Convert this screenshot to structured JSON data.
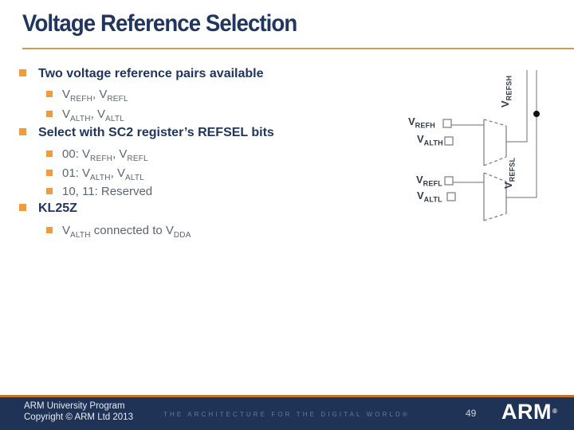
{
  "slide": {
    "title": "Voltage Reference Selection",
    "colors": {
      "title_navy": "#20365E",
      "body_gray": "#5B6673",
      "bullet_orange": "#EE9C3F",
      "title_rule_gold": "#CC9A52",
      "footer_navy": "#1F3356",
      "footer_rule_orange": "#C4732C"
    }
  },
  "bullets": [
    {
      "level": 1,
      "segments": [
        {
          "t": "Two voltage reference pairs available"
        }
      ]
    },
    {
      "level": 2,
      "segments": [
        {
          "t": "V"
        },
        {
          "sub": "REFH"
        },
        {
          "t": ", V"
        },
        {
          "sub": "REFL"
        }
      ]
    },
    {
      "level": 2,
      "segments": [
        {
          "t": "V"
        },
        {
          "sub": "ALTH"
        },
        {
          "t": ", V"
        },
        {
          "sub": "ALTL"
        }
      ]
    },
    {
      "level": 1,
      "segments": [
        {
          "t": "Select with SC2 register’s REFSEL bits"
        }
      ]
    },
    {
      "level": 2,
      "segments": [
        {
          "t": "00: V"
        },
        {
          "sub": "REFH"
        },
        {
          "t": ", V"
        },
        {
          "sub": "REFL"
        }
      ]
    },
    {
      "level": 2,
      "segments": [
        {
          "t": "01: V"
        },
        {
          "sub": "ALTH"
        },
        {
          "t": ", V"
        },
        {
          "sub": "ALTL"
        }
      ]
    },
    {
      "level": 2,
      "segments": [
        {
          "t": "10, 11: Reserved"
        }
      ]
    },
    {
      "level": 1,
      "segments": [
        {
          "t": "KL25Z"
        }
      ]
    },
    {
      "level": 2,
      "segments": [
        {
          "t": "V"
        },
        {
          "sub": "ALTH"
        },
        {
          "t": " connected to V"
        },
        {
          "sub": "DDA"
        }
      ]
    }
  ],
  "diagram": {
    "input_labels": [
      {
        "segments": [
          {
            "t": "V"
          },
          {
            "sub": "REFH"
          }
        ]
      },
      {
        "segments": [
          {
            "t": "V"
          },
          {
            "sub": "ALTH"
          }
        ]
      },
      {
        "segments": [
          {
            "t": "V"
          },
          {
            "sub": "REFL"
          }
        ]
      },
      {
        "segments": [
          {
            "t": "V"
          },
          {
            "sub": "ALTL"
          }
        ]
      }
    ],
    "output_labels": [
      {
        "segments": [
          {
            "t": "V"
          },
          {
            "sub": "REFSH"
          }
        ]
      },
      {
        "segments": [
          {
            "t": "V"
          },
          {
            "sub": "REFSL"
          }
        ]
      }
    ]
  },
  "footer": {
    "line1": "ARM University Program",
    "line2": "Copyright © ARM Ltd 2013",
    "tagline": "THE ARCHITECTURE FOR THE DIGITAL WORLD®",
    "page_number": "49",
    "logo_text": "ARM",
    "logo_registered": "®"
  }
}
